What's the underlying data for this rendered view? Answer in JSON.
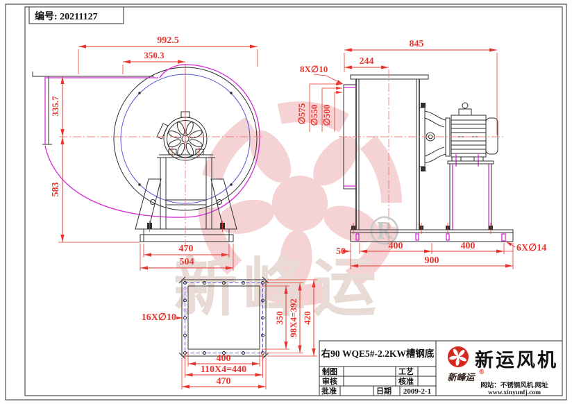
{
  "frame": {
    "doc_number": "编号: 20211127"
  },
  "watermark": {
    "brand_text": "新峰运",
    "registered": "®"
  },
  "side_view": {
    "dim_overall_width": "992.5",
    "dim_outlet_to_axis": "350.3",
    "dim_outlet_height": "335.7",
    "dim_axis_to_base": "583",
    "dim_base_bolt_span": "470",
    "dim_base_width": "504"
  },
  "front_view": {
    "dim_overall_length": "845",
    "dim_inlet_depth": "244",
    "dim_inlet_bolt_holes": "8X∅10",
    "dim_flange_od": "∅575",
    "dim_bolt_circle": "∅550",
    "dim_inlet_bore": "∅500",
    "dim_base_edge": "50",
    "dim_base_span_left": "400",
    "dim_base_span_right": "400",
    "dim_base_length": "900",
    "dim_base_bolt_holes": "6X∅14"
  },
  "flange_view": {
    "dim_bolt_holes": "16X∅10",
    "dim_opening_width": "400",
    "dim_bolt_pitch_width": "110X4=440",
    "dim_flange_width": "470",
    "dim_opening_height": "350",
    "dim_bolt_pitch_height": "98X4=392",
    "dim_flange_height": "420"
  },
  "title_block": {
    "drawing_title": "右90 WQE5#-2.2KW槽钢底",
    "label_drafted": "制图",
    "label_process": "工艺",
    "label_checked": "审核",
    "label_approved": "核准",
    "label_ratified": "批准",
    "label_date": "日期",
    "date_value": "2009-2-1",
    "company_name": "新运风机",
    "brand_script": "新峰运",
    "registered": "®",
    "site_line1": "网站：不锈钢风机.网址",
    "site_line2": "www.xinyunfj.com"
  }
}
